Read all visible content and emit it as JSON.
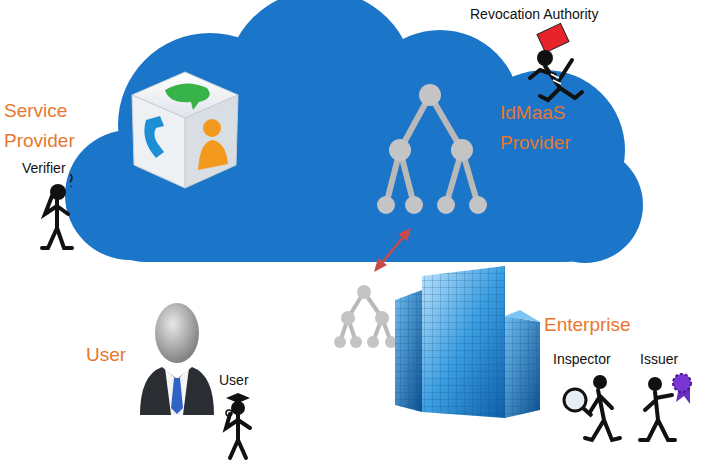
{
  "diagram": {
    "labels": [
      "Revocation Authority",
      "Service Provider",
      "Verifier",
      "IdMaaS Provider",
      "User",
      "User",
      "Enterprise",
      "Inspector",
      "Issuer"
    ]
  }
}
